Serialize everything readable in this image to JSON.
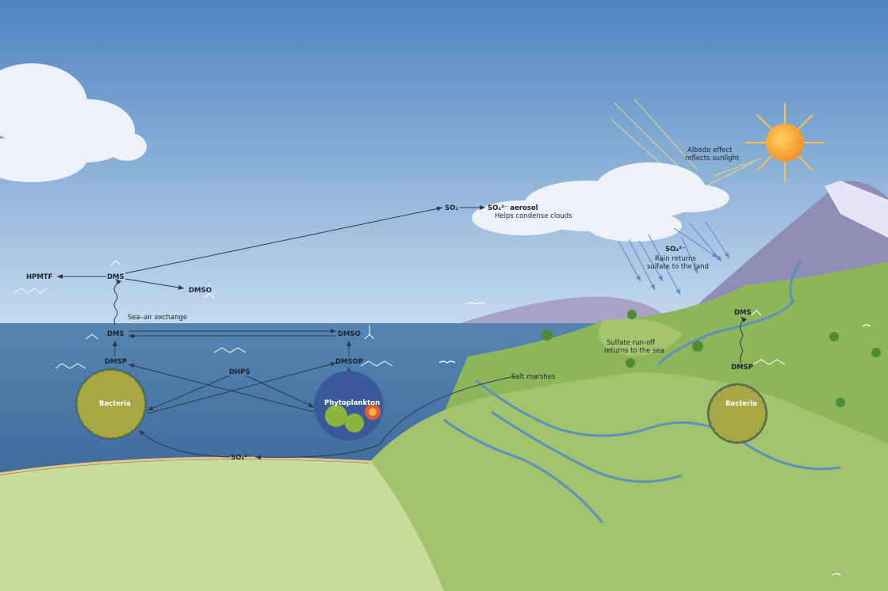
{
  "atmosphere": {
    "hpmtf": "HPMTF",
    "dms_air": "DMS",
    "dmso_air": "DMSO",
    "sea_air_exchange": "Sea–air exchange",
    "so2": "SO₂",
    "so4_aerosol": "SO₄²⁻ aerosol",
    "helps_condense": "Helps condense clouds",
    "albedo_line1": "Albedo effect",
    "albedo_line2": "reflects sunlight",
    "so4_rain": "SO₄²⁻",
    "rain_line1": "Rain returns",
    "rain_line2": "sulfate to the land"
  },
  "ocean": {
    "dms_sea": "DMS",
    "dmso_sea": "DMSO",
    "dmsp": "DMSP",
    "dhps": "DHPS",
    "dmsop": "DMSOP",
    "bacteria": "Bacteria",
    "phytoplankton": "Phytoplankton",
    "so4_sea": "SO₄²⁻"
  },
  "land": {
    "runoff_line1": "Sulfate run-off",
    "runoff_line2": "returns to the sea",
    "salt_marshes": "Salt marshes",
    "dms_land": "DMS",
    "dmsp_land": "DMSP",
    "bacteria_land": "Bacteria"
  },
  "colors": {
    "sky_top": "#4d84c0",
    "sky_horizon": "#c5daee",
    "sea": "#4677a6",
    "land": "#c9dc9c",
    "hills": "#8db55a",
    "mountain": "#8f8cb8",
    "sun": "#f6a233",
    "bacteria": "#b9b43a"
  }
}
